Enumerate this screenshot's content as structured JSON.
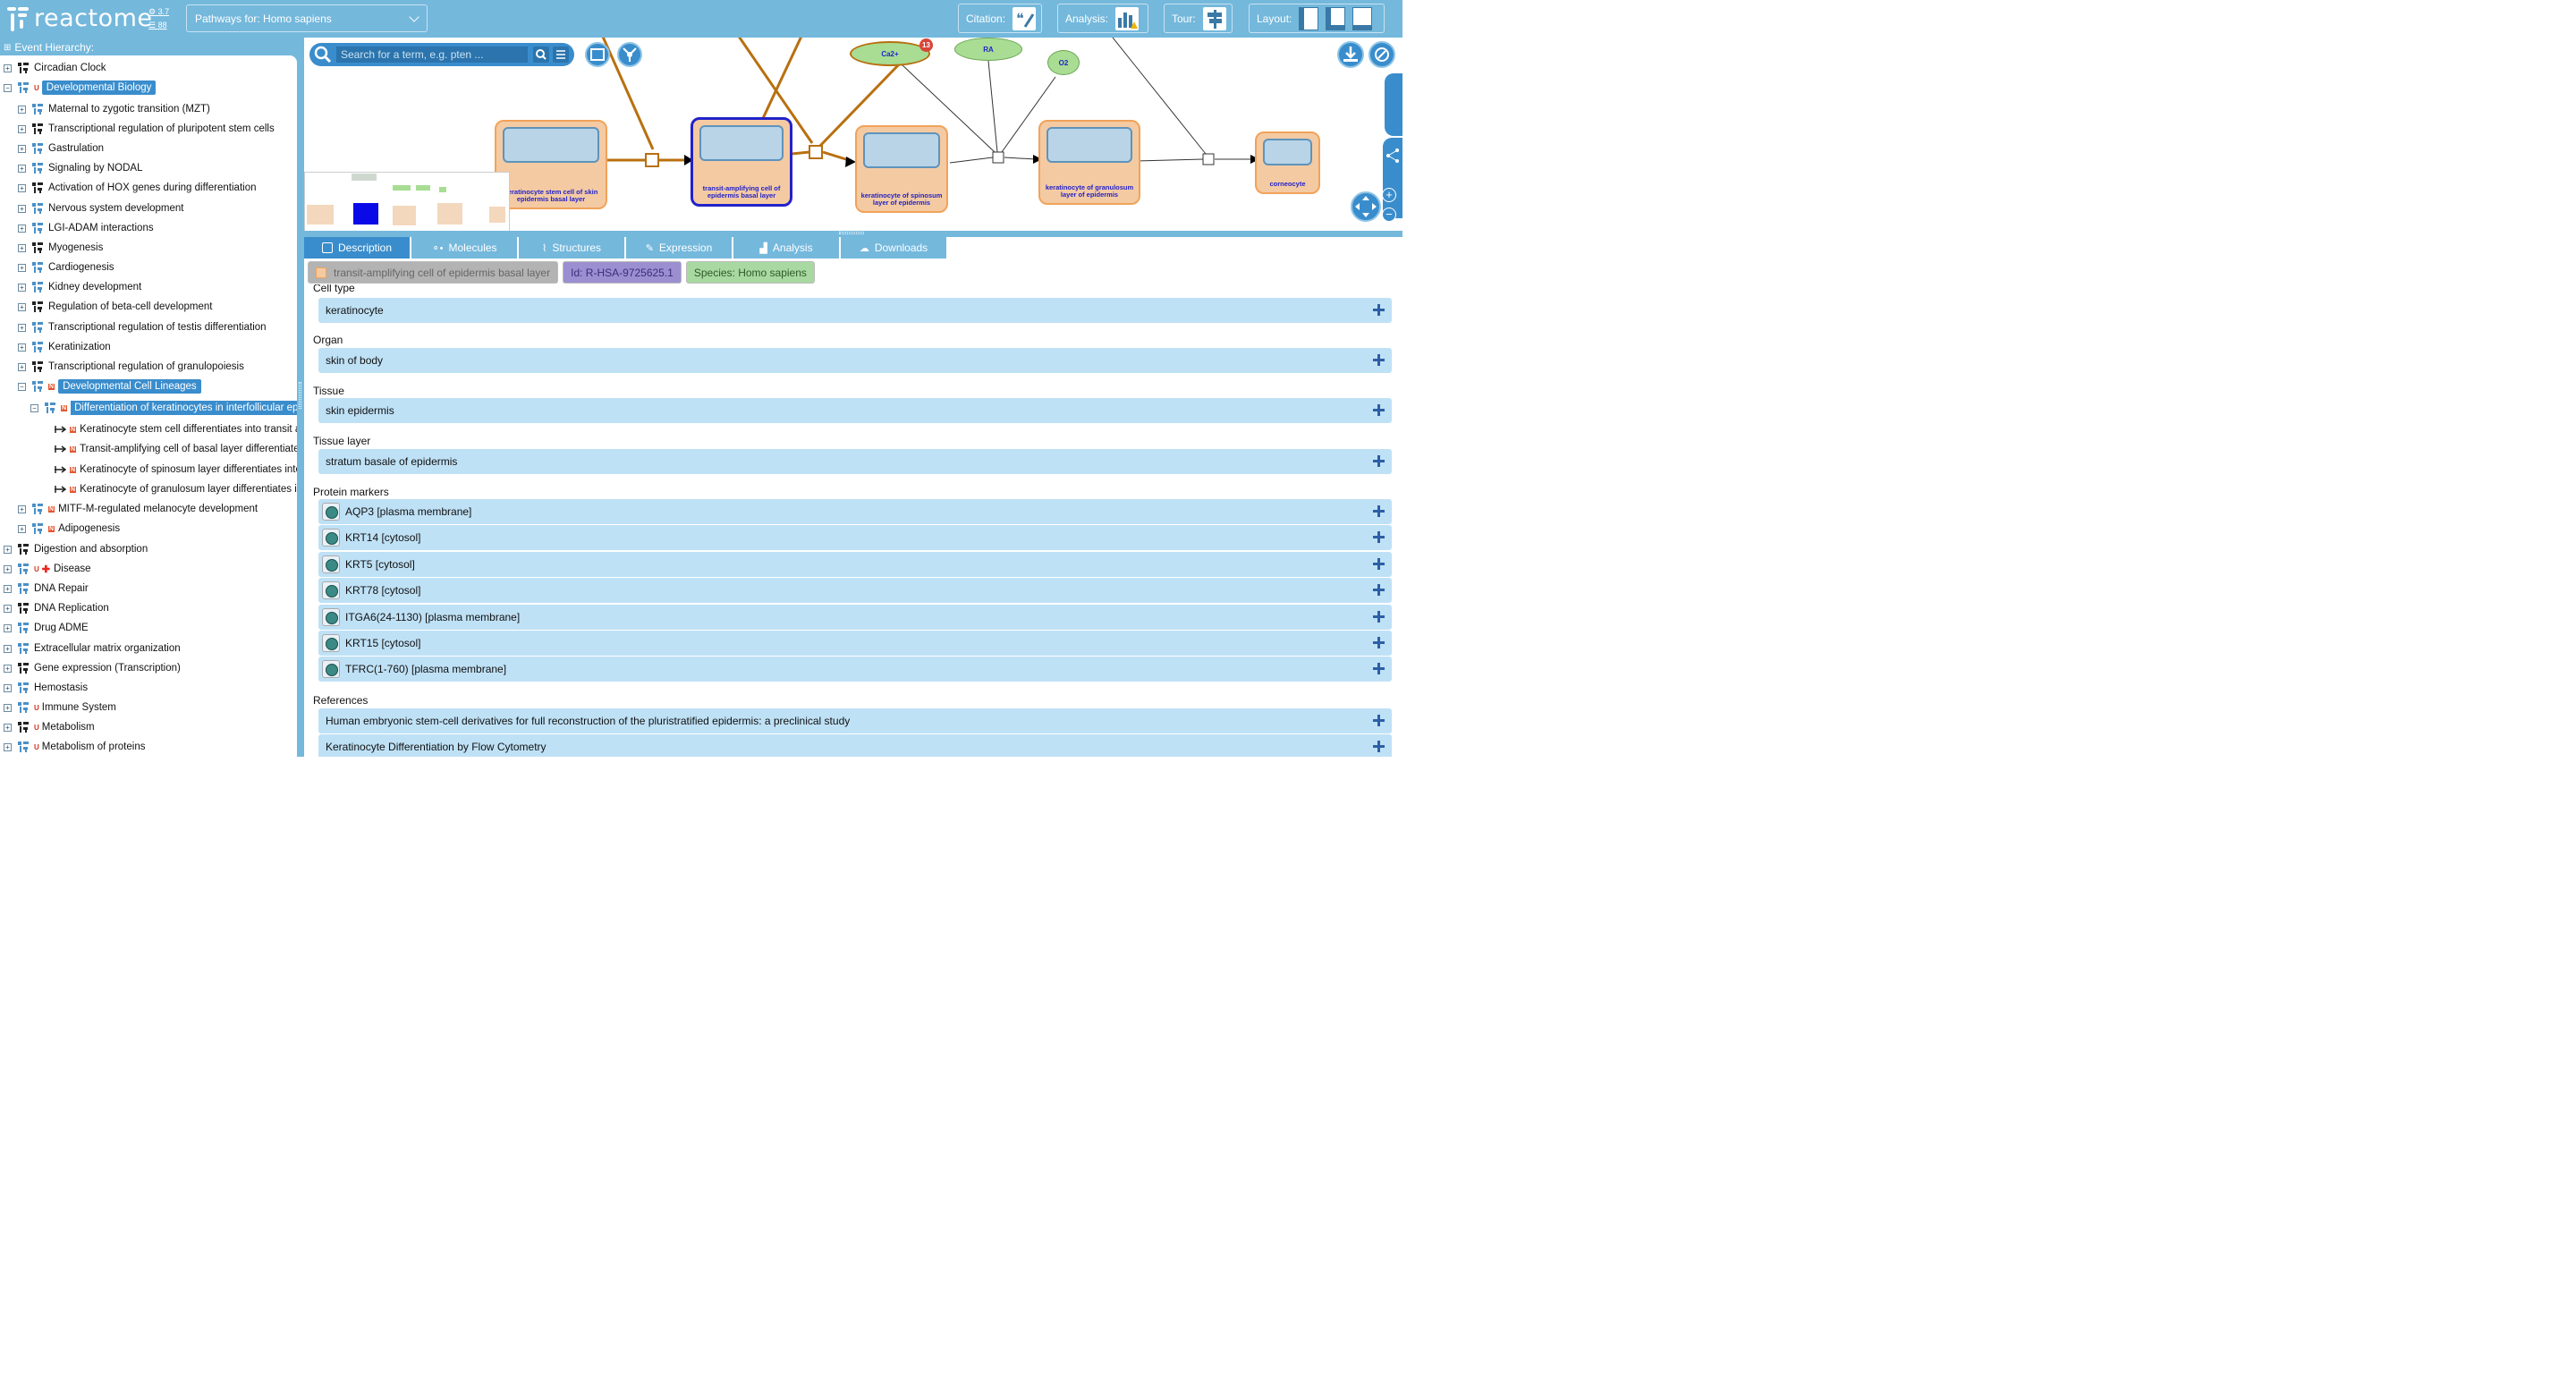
{
  "app": {
    "logo_text": "reactome",
    "stat_version": "3.7",
    "stat_count": "88",
    "species_select": "Pathways for:  Homo sapiens",
    "citation_label": "Citation:",
    "analysis_label": "Analysis:",
    "tour_label": "Tour:",
    "layout_label": "Layout:"
  },
  "hierarchy": {
    "title": "Event Hierarchy:",
    "items": [
      {
        "label": "Circadian Clock"
      },
      {
        "label": "Developmental Biology"
      },
      {
        "label": "Maternal to zygotic transition (MZT)"
      },
      {
        "label": "Transcriptional regulation of pluripotent stem cells"
      },
      {
        "label": "Gastrulation"
      },
      {
        "label": "Signaling by NODAL"
      },
      {
        "label": "Activation of HOX genes during differentiation"
      },
      {
        "label": "Nervous system development"
      },
      {
        "label": "LGI-ADAM interactions"
      },
      {
        "label": "Myogenesis"
      },
      {
        "label": "Cardiogenesis"
      },
      {
        "label": "Kidney development"
      },
      {
        "label": "Regulation of beta-cell development"
      },
      {
        "label": "Transcriptional regulation of testis differentiation"
      },
      {
        "label": "Keratinization"
      },
      {
        "label": "Transcriptional regulation of granulopoiesis"
      },
      {
        "label": "Developmental Cell Lineages"
      },
      {
        "label": "Differentiation of keratinocytes in interfollicular epi"
      },
      {
        "label": "Keratinocyte stem cell differentiates into transit a"
      },
      {
        "label": "Transit-amplifying cell of basal layer differentiate"
      },
      {
        "label": "Keratinocyte of spinosum layer differentiates into"
      },
      {
        "label": "Keratinocyte of granulosum layer differentiates i"
      },
      {
        "label": "MITF-M-regulated melanocyte development"
      },
      {
        "label": "Adipogenesis"
      },
      {
        "label": "Digestion and absorption"
      },
      {
        "label": "Disease"
      },
      {
        "label": "DNA Repair"
      },
      {
        "label": "DNA Replication"
      },
      {
        "label": "Drug ADME"
      },
      {
        "label": "Extracellular matrix organization"
      },
      {
        "label": "Gene expression (Transcription)"
      },
      {
        "label": "Hemostasis"
      },
      {
        "label": "Immune System"
      },
      {
        "label": "Metabolism"
      },
      {
        "label": "Metabolism of proteins"
      }
    ],
    "badge_u": "U",
    "badge_n": "N"
  },
  "diagram": {
    "search_placeholder": "Search for a term, e.g. pten ...",
    "nodes": [
      "keratinocyte stem cell of skin epidermis basal layer",
      "transit-amplifying cell of epidermis basal layer",
      "keratinocyte of spinosum layer of epidermis",
      "keratinocyte of granulosum layer of epidermis",
      "corneocyte"
    ],
    "molecules": [
      "Ca2+",
      "RA",
      "O2"
    ],
    "notification_count": "13"
  },
  "tabs": [
    "Description",
    "Molecules",
    "Structures",
    "Expression",
    "Analysis",
    "Downloads"
  ],
  "chips": {
    "object": "transit-amplifying cell of epidermis basal layer",
    "id": "Id: R-HSA-9725625.1",
    "species": "Species: Homo sapiens"
  },
  "details": {
    "cell_type_label": "Cell type",
    "cell_type": "keratinocyte",
    "organ_label": "Organ",
    "organ": "skin of body",
    "tissue_label": "Tissue",
    "tissue": "skin epidermis",
    "tissue_layer_label": "Tissue layer",
    "tissue_layer": "stratum basale of epidermis",
    "markers_label": "Protein markers",
    "markers": [
      "AQP3 [plasma membrane]",
      "KRT14 [cytosol]",
      "KRT5 [cytosol]",
      "KRT78 [cytosol]",
      "ITGA6(24-1130) [plasma membrane]",
      "KRT15 [cytosol]",
      "TFRC(1-760) [plasma membrane]"
    ],
    "references_label": "References",
    "references": [
      "Human embryonic stem-cell derivatives for full reconstruction of the pluristratified epidermis: a preclinical study",
      "Keratinocyte Differentiation by Flow Cytometry"
    ]
  }
}
